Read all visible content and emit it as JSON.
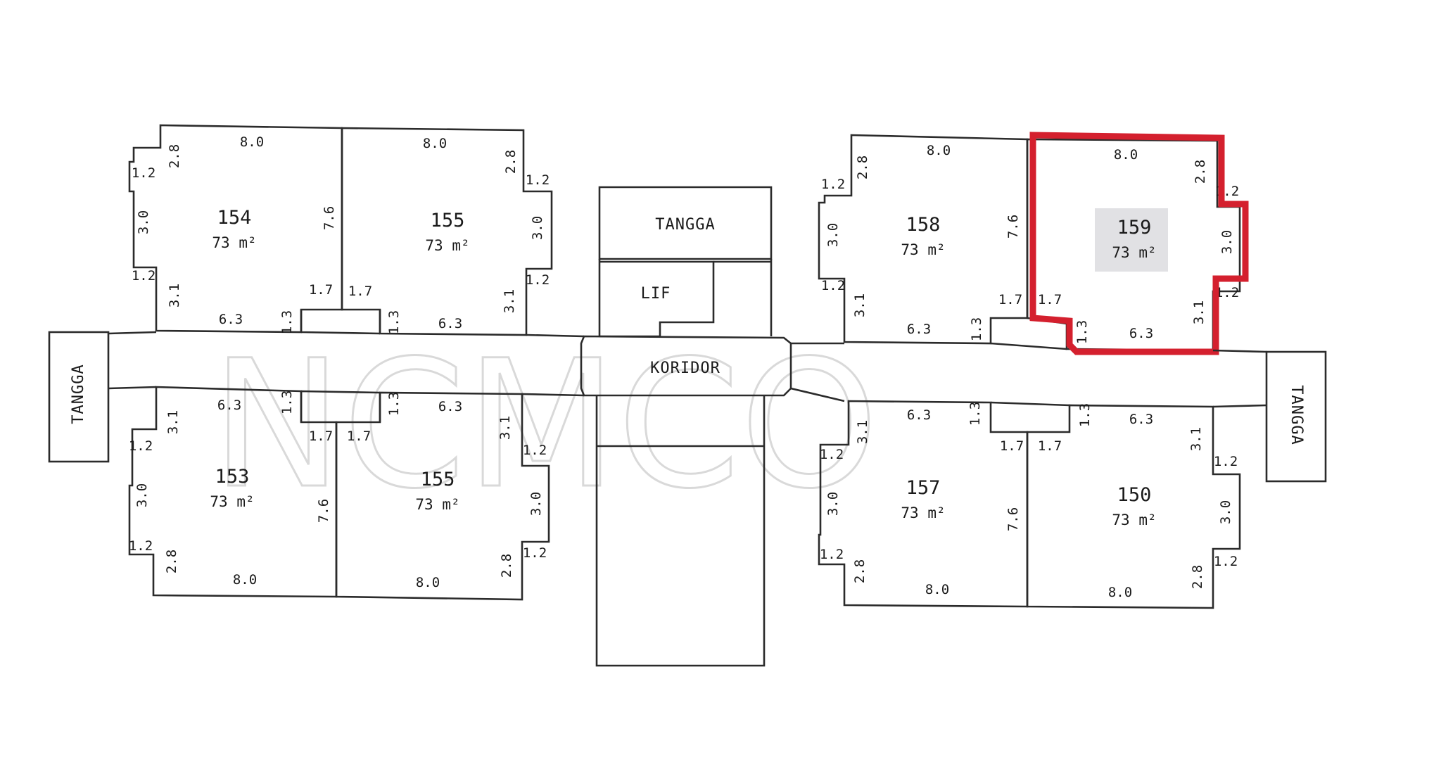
{
  "watermark": "NCMCO",
  "highlight_color": "#d4202e",
  "units": {
    "u154": {
      "number": "154",
      "area": "73 m²",
      "dims": [
        "8.0",
        "2.8",
        "1.2",
        "3.0",
        "1.2",
        "3.1",
        "7.6",
        "6.3",
        "1.3",
        "1.7"
      ]
    },
    "u155a": {
      "number": "155",
      "area": "73 m²",
      "dims": [
        "8.0",
        "2.8",
        "1.2",
        "3.0",
        "1.2",
        "3.1",
        "6.3",
        "1.3",
        "1.7"
      ]
    },
    "u153": {
      "number": "153",
      "area": "73 m²",
      "dims": [
        "6.3",
        "1.3",
        "3.1",
        "1.7",
        "1.2",
        "3.0",
        "1.2",
        "2.8",
        "7.6",
        "8.0"
      ]
    },
    "u155b": {
      "number": "155",
      "area": "73 m²",
      "dims": [
        "1.7",
        "1.3",
        "6.3",
        "3.1",
        "1.2",
        "3.0",
        "1.2",
        "2.8",
        "8.0"
      ]
    },
    "u158": {
      "number": "158",
      "area": "73 m²",
      "dims": [
        "8.0",
        "2.8",
        "1.2",
        "3.0",
        "1.2",
        "3.1",
        "7.6",
        "6.3",
        "1.3",
        "1.7"
      ]
    },
    "u159": {
      "number": "159",
      "area": "73 m²",
      "dims": [
        "8.0",
        "2.8",
        "1.2",
        "3.0",
        "1.2",
        "3.1",
        "1.7",
        "1.3",
        "6.3"
      ]
    },
    "u157": {
      "number": "157",
      "area": "73 m²",
      "dims": [
        "6.3",
        "1.3",
        "3.1",
        "1.7",
        "1.2",
        "3.0",
        "1.2",
        "2.8",
        "7.6",
        "8.0"
      ]
    },
    "u150": {
      "number": "150",
      "area": "73 m²",
      "dims": [
        "1.7",
        "1.3",
        "6.3",
        "3.1",
        "1.2",
        "3.0",
        "1.2",
        "2.8",
        "8.0"
      ]
    }
  },
  "rooms": {
    "stair_left": "TANGGA",
    "stair_center": "TANGGA",
    "stair_right": "TANGGA",
    "lift": "LIF",
    "corridor": "KORIDOR"
  }
}
